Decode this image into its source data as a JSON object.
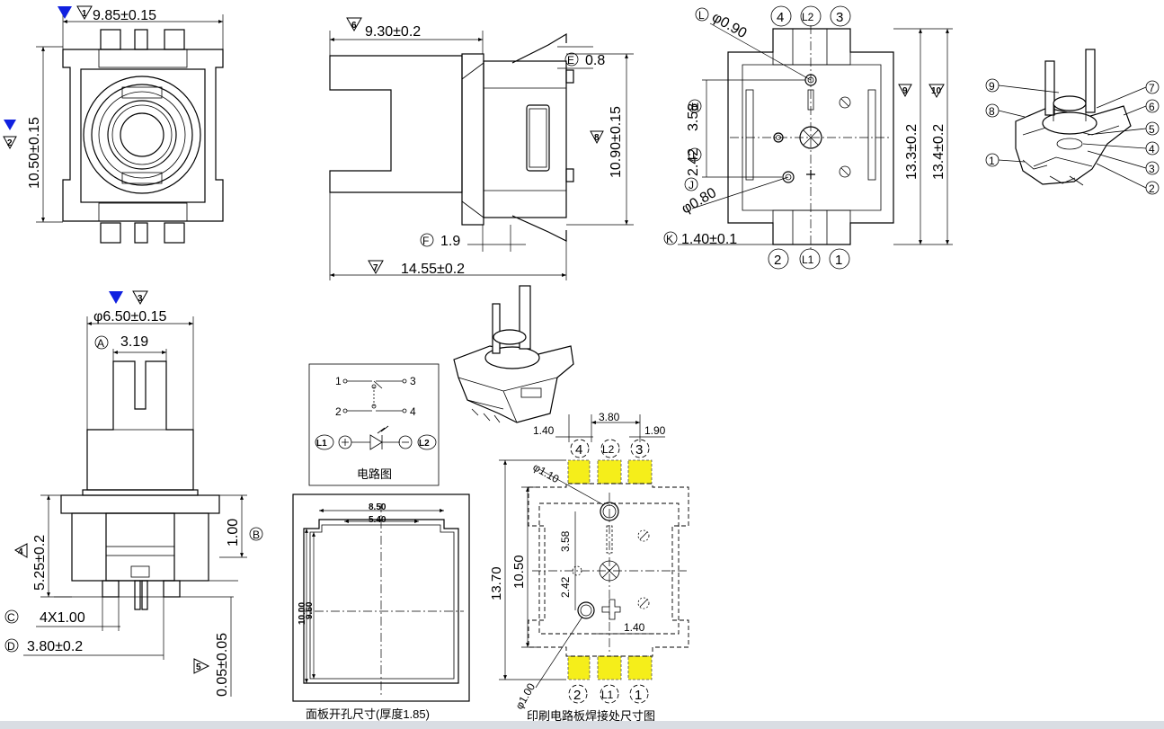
{
  "top_view": {
    "width_dim": "9.85±0.15",
    "height_dim": "10.50±0.15",
    "ref_width": "1",
    "ref_height": "2"
  },
  "side_view": {
    "length_dim": "9.30±0.2",
    "ref_length": "6",
    "tab_label": "E",
    "tab_dim": "0.8",
    "height_dim": "10.90±0.15",
    "ref_height": "8",
    "f_label": "F",
    "f_dim": "1.9",
    "total_dim": "14.55±0.2",
    "ref_total": "7"
  },
  "bottom_view": {
    "pin_top": [
      "4",
      "L2",
      "3"
    ],
    "pin_bottom": [
      "2",
      "L1",
      "1"
    ],
    "l_label": "L",
    "l_dim": "φ0.90",
    "h_label": "H",
    "h_dim": "3.58",
    "i_label": "I",
    "i_dim": "2.42",
    "j_label": "J",
    "j_dim": "φ0.80",
    "k_label": "K",
    "k_dim": "1.40±0.1",
    "dim_a": "13.3±0.2",
    "ref_a": "9",
    "dim_b": "13.4±0.2",
    "ref_b": "10"
  },
  "iso_callouts": [
    "9",
    "8",
    "1",
    "7",
    "6",
    "5",
    "4",
    "3",
    "2"
  ],
  "front_view": {
    "ref_top": "3",
    "dia_dim": "φ6.50±0.15",
    "a_label": "A",
    "a_dim": "3.19",
    "b_label": "B",
    "b_dim": "1.00",
    "h_dim": "5.25±0.2",
    "ref_h": "4",
    "c_label": "C",
    "c_dim": "4X1.00",
    "d_label": "D",
    "d_dim": "3.80±0.2",
    "e_dim": "0.05±0.05",
    "ref_e": "5"
  },
  "circuit": {
    "pin1": "1",
    "pin2": "2",
    "pin3": "3",
    "pin4": "4",
    "l1": "L1",
    "l2": "L2",
    "caption": "电路图"
  },
  "panel_cutout": {
    "dim_outer_w": "8.50",
    "dim_inner_w": "5.40",
    "dim_outer_h": "10.00",
    "dim_inner_h": "9.60",
    "caption": "面板开孔尺寸(厚度1.85)"
  },
  "pcb_layout": {
    "dim_top": "3.80",
    "dim_left": "1.40",
    "dim_right": "1.90",
    "pin_top": [
      "4",
      "L2",
      "3"
    ],
    "pin_bottom": [
      "2",
      "L1",
      "1"
    ],
    "dia_top": "φ1.10",
    "dim_358": "3.58",
    "dim_242": "2.42",
    "dim_140": "1.40",
    "dia_bottom": "φ1.00",
    "dim_1370": "13.70",
    "dim_1050": "10.50",
    "caption": "印刷电路板焊接处尺寸图",
    "pad_color": "#f5ee1a"
  },
  "marker_color": "#1020e0"
}
